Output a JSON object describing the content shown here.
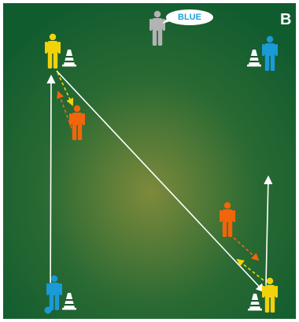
{
  "panel_label": "B",
  "callout": {
    "text": "BLUE"
  },
  "colors": {
    "pitch_dark": "#115c2f",
    "pitch_light": "#7d8a3b",
    "yellow_player": "#f2d20a",
    "blue_player": "#1a9ad6",
    "orange_player": "#f2650a",
    "coach": "#b3b3b3",
    "cone": "#ffffff",
    "ball_path": "#ffffff",
    "run_yellow": "#f2d20a",
    "run_orange": "#f2650a",
    "callout_bubble": "#ffffff",
    "callout_text": "#1aa3dd"
  },
  "figures": [
    {
      "role": "coach",
      "color": "coach",
      "icon": "coach-figure-icon"
    },
    {
      "role": "player-yellow-top-left",
      "color": "yellow_player",
      "icon": "player-figure-icon"
    },
    {
      "role": "player-blue-top-right",
      "color": "blue_player",
      "icon": "player-figure-icon"
    },
    {
      "role": "player-orange-upper",
      "color": "orange_player",
      "icon": "player-figure-icon"
    },
    {
      "role": "player-orange-lower",
      "color": "orange_player",
      "icon": "player-figure-icon"
    },
    {
      "role": "player-blue-bottom-left",
      "color": "blue_player",
      "icon": "player-figure-icon"
    },
    {
      "role": "player-yellow-bottom-right",
      "color": "yellow_player",
      "icon": "player-figure-icon"
    }
  ],
  "cones": [
    "top-left",
    "top-right",
    "bottom-left",
    "bottom-right"
  ],
  "ball": {
    "color": "blue_player",
    "icon": "ball-icon"
  }
}
